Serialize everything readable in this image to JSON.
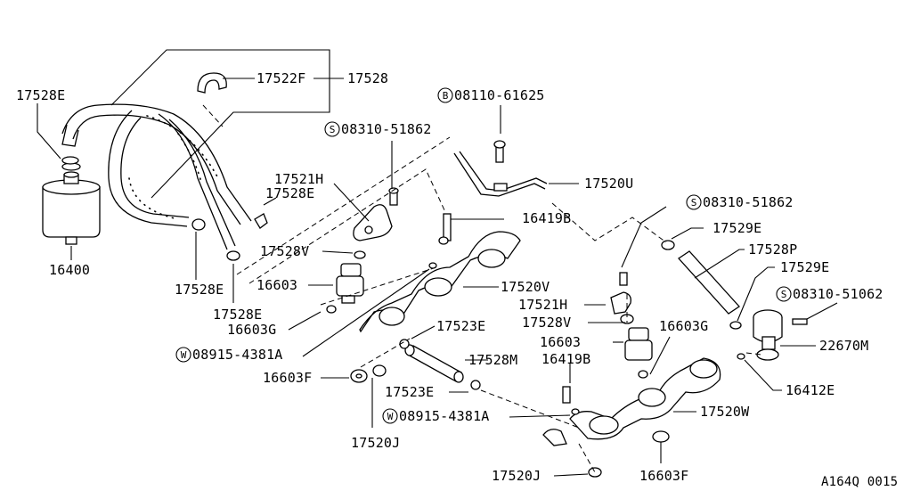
{
  "diagram_code": "A164Q 0015",
  "prefix_symbols": {
    "s": "S",
    "b": "B",
    "w": "W"
  },
  "labels": {
    "p17528E_top": "17528E",
    "p17522F": "17522F",
    "p17528": "17528",
    "p16400": "16400",
    "p17528E_left": "17528E",
    "p17528E_mid": "17528E",
    "p17528E_low": "17528E",
    "b08110": "08110-61625",
    "s08310_a": "08310-51862",
    "p17521H_a": "17521H",
    "p17528V_a": "17528V",
    "p16603_a": "16603",
    "p16603G_a": "16603G",
    "w08915_a": "08915-4381A",
    "p16603F_a": "16603F",
    "p17520J_a": "17520J",
    "p17520U": "17520U",
    "p16419B_a": "16419B",
    "p17520V": "17520V",
    "p17523E_a": "17523E",
    "p17528M": "17528M",
    "p17523E_b": "17523E",
    "w08915_b": "08915-4381A",
    "p17520J_b": "17520J",
    "s08310_b": "08310-51862",
    "p17529E_a": "17529E",
    "p17528P": "17528P",
    "p17529E_b": "17529E",
    "s08310_c": "08310-51062",
    "p17521H_b": "17521H",
    "p17528V_b": "17528V",
    "p16603_b": "16603",
    "p16603G_b": "16603G",
    "p16419B_b": "16419B",
    "p22670M": "22670M",
    "p16412E": "16412E",
    "p17520W": "17520W",
    "p16603F_b": "16603F"
  }
}
